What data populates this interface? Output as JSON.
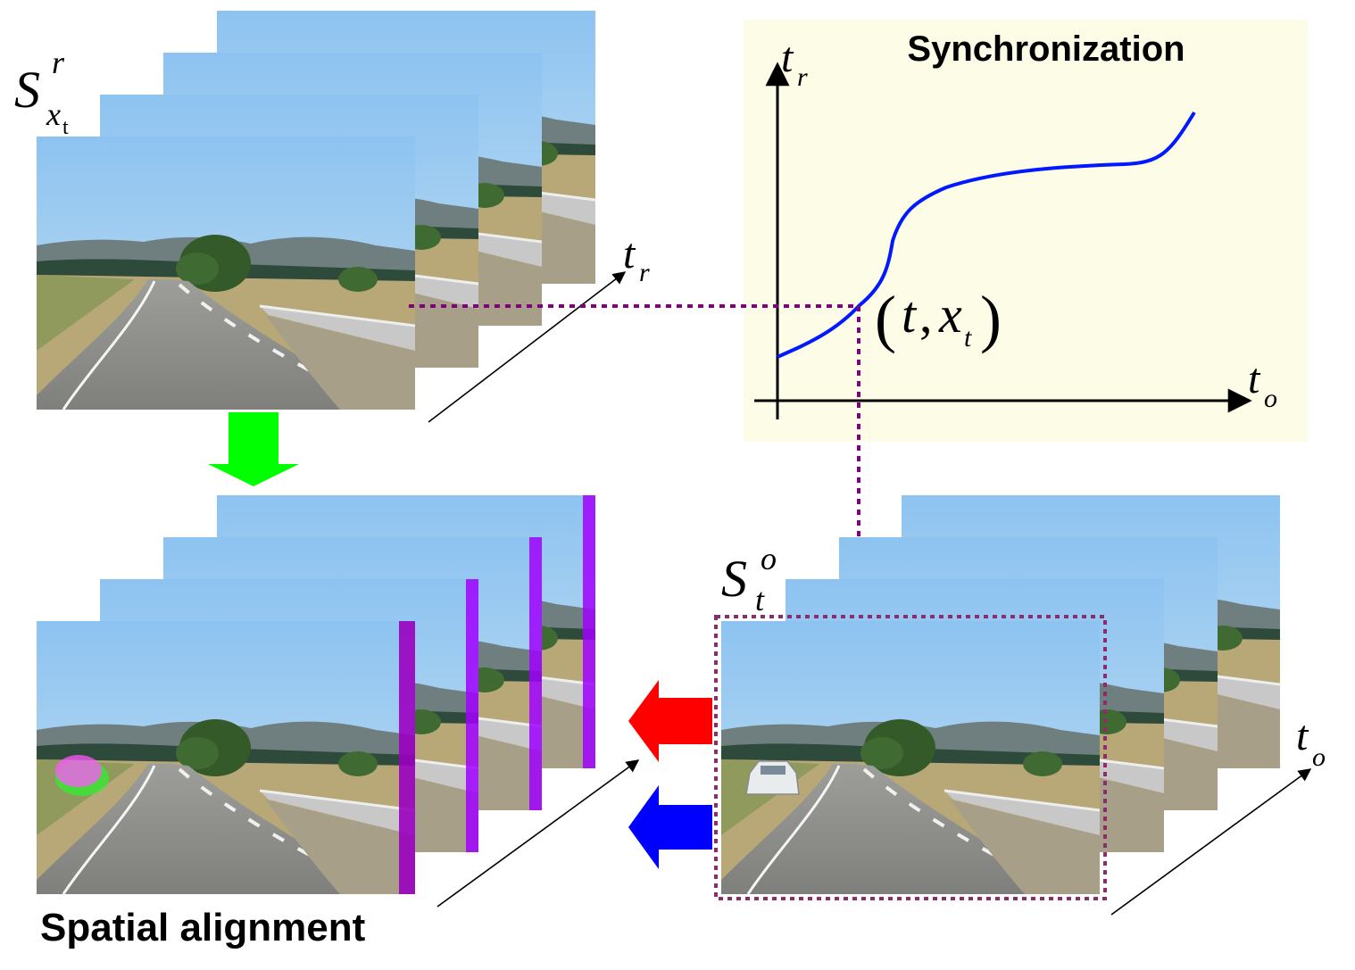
{
  "reference_sequence": {
    "symbol": "S",
    "superscript": "r",
    "subscript": "x",
    "subscript_sub": "t",
    "time_axis": {
      "letter": "t",
      "sub": "r"
    }
  },
  "observed_sequence": {
    "symbol": "S",
    "superscript": "o",
    "subscript": "t",
    "time_axis": {
      "letter": "t",
      "sub": "o"
    }
  },
  "synchronization": {
    "title": "Synchronization",
    "y_axis": {
      "letter": "t",
      "sub": "r"
    },
    "x_axis": {
      "letter": "t",
      "sub": "o"
    },
    "point_label": {
      "open": "(",
      "t": "t",
      "comma": ",",
      "x": "x",
      "x_sub": "t",
      "close": ")"
    },
    "curve_color": "#0019ff",
    "background": "#fdfde7"
  },
  "spatial_alignment": {
    "title": "Spatial alignment",
    "axis": {}
  },
  "colors": {
    "dotted_line": "#800080",
    "down_arrow": "#00ff00",
    "left_arrow_top": "#ff0000",
    "left_arrow_bottom": "#0000ff",
    "overlay_band": "#a000ff",
    "ghost_car_magenta": "#ff55ff",
    "ghost_car_green": "#33ee33"
  }
}
